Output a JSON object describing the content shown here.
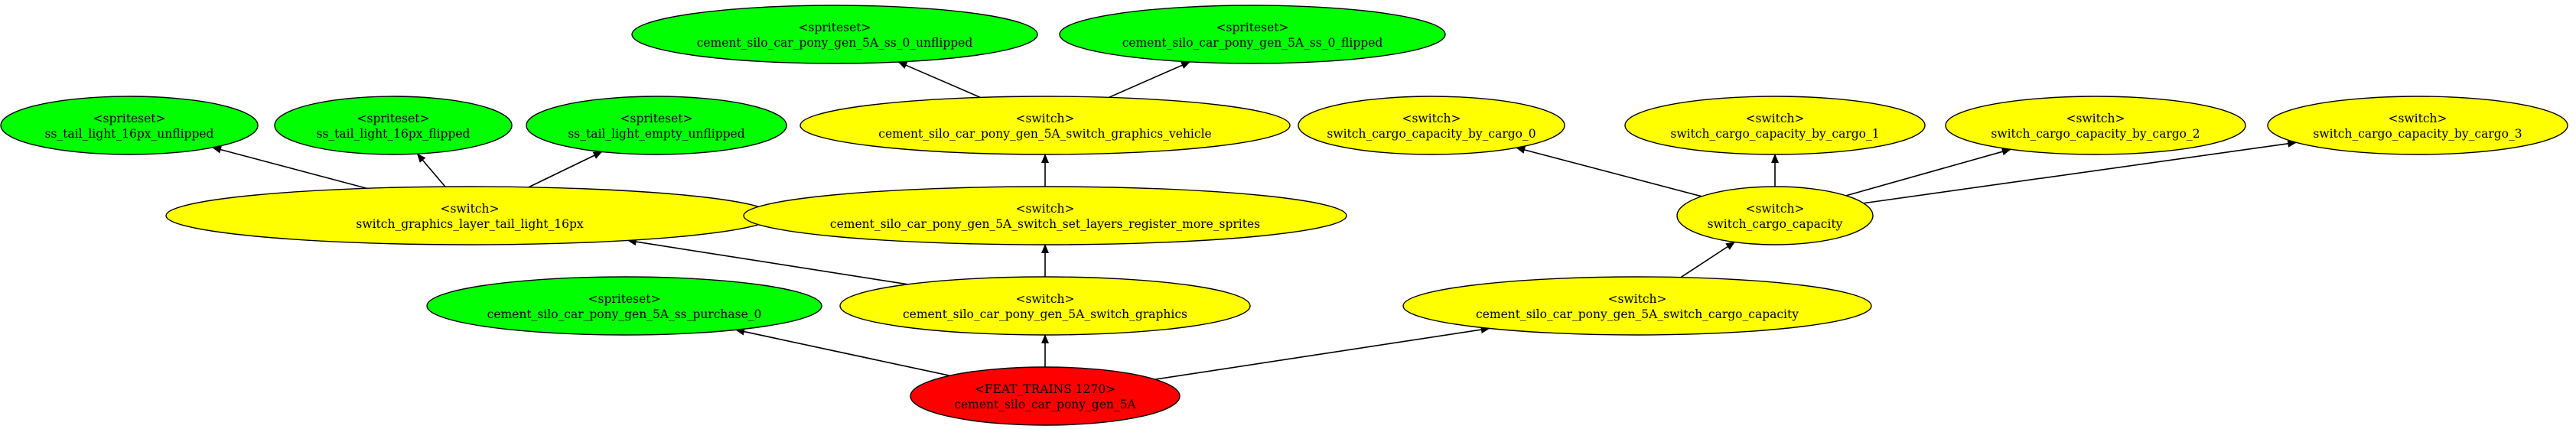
{
  "colors": {
    "spriteset": "#00ff00",
    "switch": "#ffff00",
    "root": "#ff0000",
    "edge": "#000000"
  },
  "nodes": [
    {
      "id": "root",
      "kind": "root",
      "type": "<FEAT_TRAINS 1270>",
      "name": "cement_silo_car_pony_gen_5A"
    },
    {
      "id": "ss_purchase",
      "kind": "spriteset",
      "type": "<spriteset>",
      "name": "cement_silo_car_pony_gen_5A_ss_purchase_0"
    },
    {
      "id": "sw_graphics",
      "kind": "switch",
      "type": "<switch>",
      "name": "cement_silo_car_pony_gen_5A_switch_graphics"
    },
    {
      "id": "sw_cargo_cap",
      "kind": "switch",
      "type": "<switch>",
      "name": "cement_silo_car_pony_gen_5A_switch_cargo_capacity"
    },
    {
      "id": "sw_tail",
      "kind": "switch",
      "type": "<switch>",
      "name": "switch_graphics_layer_tail_light_16px"
    },
    {
      "id": "sw_layers",
      "kind": "switch",
      "type": "<switch>",
      "name": "cement_silo_car_pony_gen_5A_switch_set_layers_register_more_sprites"
    },
    {
      "id": "sw_capacity",
      "kind": "switch",
      "type": "<switch>",
      "name": "switch_cargo_capacity"
    },
    {
      "id": "ss_tail_unflipped",
      "kind": "spriteset",
      "type": "<spriteset>",
      "name": "ss_tail_light_16px_unflipped"
    },
    {
      "id": "ss_tail_flipped",
      "kind": "spriteset",
      "type": "<spriteset>",
      "name": "ss_tail_light_16px_flipped"
    },
    {
      "id": "ss_tail_empty",
      "kind": "spriteset",
      "type": "<spriteset>",
      "name": "ss_tail_light_empty_unflipped"
    },
    {
      "id": "sw_vehicle",
      "kind": "switch",
      "type": "<switch>",
      "name": "cement_silo_car_pony_gen_5A_switch_graphics_vehicle"
    },
    {
      "id": "cap0",
      "kind": "switch",
      "type": "<switch>",
      "name": "switch_cargo_capacity_by_cargo_0"
    },
    {
      "id": "cap1",
      "kind": "switch",
      "type": "<switch>",
      "name": "switch_cargo_capacity_by_cargo_1"
    },
    {
      "id": "cap2",
      "kind": "switch",
      "type": "<switch>",
      "name": "switch_cargo_capacity_by_cargo_2"
    },
    {
      "id": "cap3",
      "kind": "switch",
      "type": "<switch>",
      "name": "switch_cargo_capacity_by_cargo_3"
    },
    {
      "id": "ss_unflipped",
      "kind": "spriteset",
      "type": "<spriteset>",
      "name": "cement_silo_car_pony_gen_5A_ss_0_unflipped"
    },
    {
      "id": "ss_flipped",
      "kind": "spriteset",
      "type": "<spriteset>",
      "name": "cement_silo_car_pony_gen_5A_ss_0_flipped"
    }
  ],
  "edges": [
    {
      "from": "root",
      "to": "ss_purchase"
    },
    {
      "from": "root",
      "to": "sw_graphics"
    },
    {
      "from": "root",
      "to": "sw_cargo_cap"
    },
    {
      "from": "sw_graphics",
      "to": "sw_tail"
    },
    {
      "from": "sw_graphics",
      "to": "sw_layers"
    },
    {
      "from": "sw_cargo_cap",
      "to": "sw_capacity"
    },
    {
      "from": "sw_tail",
      "to": "ss_tail_unflipped"
    },
    {
      "from": "sw_tail",
      "to": "ss_tail_flipped"
    },
    {
      "from": "sw_tail",
      "to": "ss_tail_empty"
    },
    {
      "from": "sw_layers",
      "to": "sw_vehicle"
    },
    {
      "from": "sw_capacity",
      "to": "cap0"
    },
    {
      "from": "sw_capacity",
      "to": "cap1"
    },
    {
      "from": "sw_capacity",
      "to": "cap2"
    },
    {
      "from": "sw_capacity",
      "to": "cap3"
    },
    {
      "from": "sw_vehicle",
      "to": "ss_unflipped"
    },
    {
      "from": "sw_vehicle",
      "to": "ss_flipped"
    }
  ]
}
